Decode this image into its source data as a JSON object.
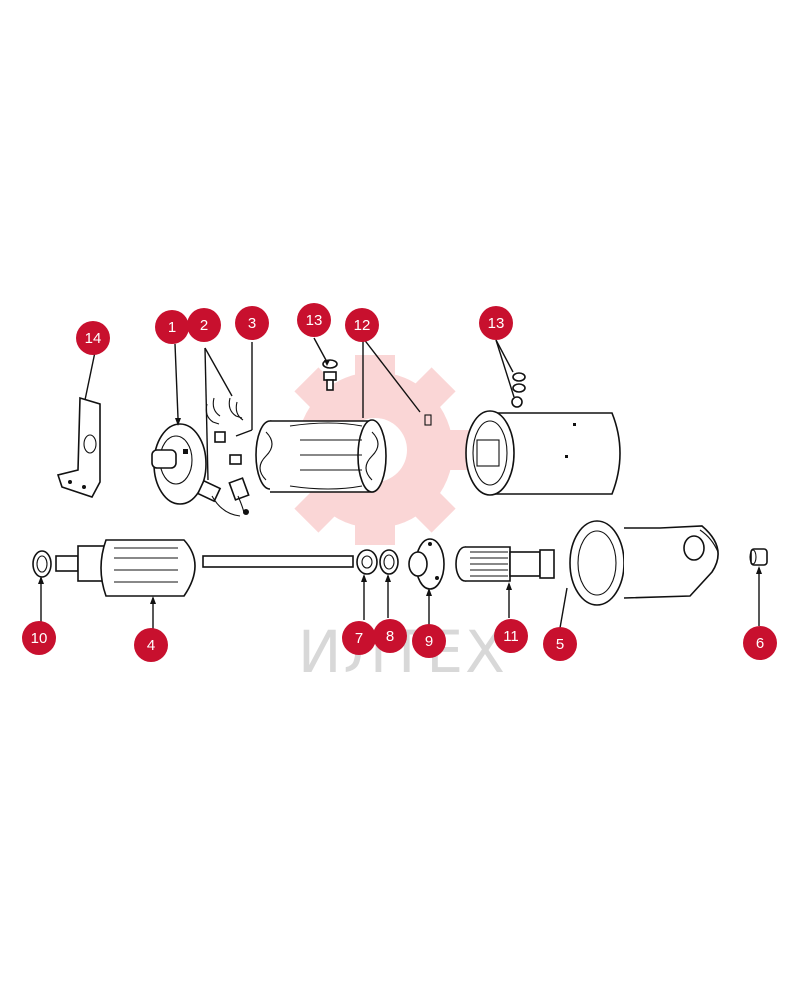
{
  "diagram": {
    "watermark_text": "ИЛТЕХ",
    "callout_color": "#c8102e",
    "callouts": [
      {
        "id": "c14",
        "label": "14"
      },
      {
        "id": "c1",
        "label": "1"
      },
      {
        "id": "c2",
        "label": "2"
      },
      {
        "id": "c3",
        "label": "3"
      },
      {
        "id": "c13a",
        "label": "13"
      },
      {
        "id": "c12",
        "label": "12"
      },
      {
        "id": "c13b",
        "label": "13"
      },
      {
        "id": "c10",
        "label": "10"
      },
      {
        "id": "c4",
        "label": "4"
      },
      {
        "id": "c7",
        "label": "7"
      },
      {
        "id": "c8",
        "label": "8"
      },
      {
        "id": "c9",
        "label": "9"
      },
      {
        "id": "c11",
        "label": "11"
      },
      {
        "id": "c5",
        "label": "5"
      },
      {
        "id": "c6",
        "label": "6"
      }
    ]
  }
}
